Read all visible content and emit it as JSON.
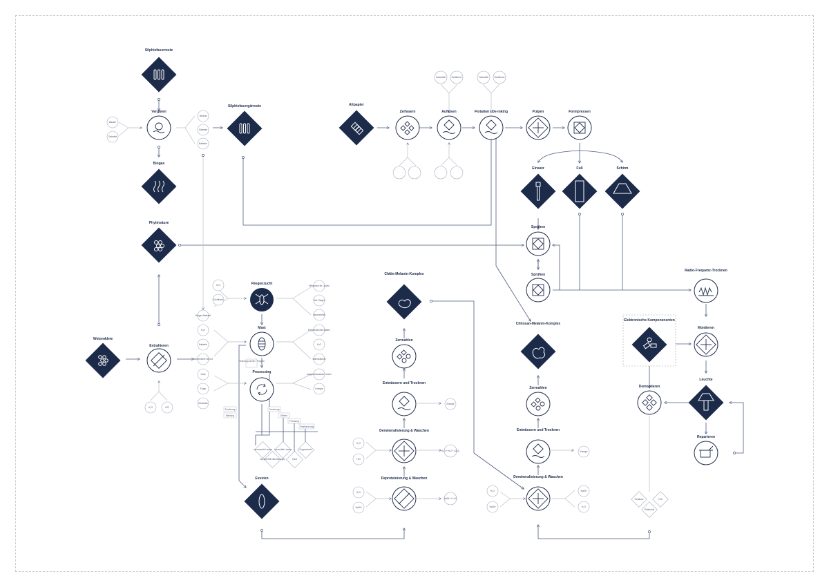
{
  "colors": {
    "navy": "#1d2b4a",
    "line": "#4a5a7e",
    "grey": "#b9bec9"
  },
  "nodes": {
    "silphiefaserreste": "Silphiefaserreste",
    "vergaeren": "Vergären",
    "biogas": "Biogas",
    "silphiegaerreste": "Silphiefasergärreste",
    "phytinsaeure": "Phytinsäure",
    "weizenkleie": "Weizenkleie",
    "extrahieren": "Extrahieren",
    "fliegenzucht": "Fliegenzucht",
    "mast": "Mast",
    "processing": "Processing",
    "exuvien": "Exuvien",
    "altpapier": "Altpapier",
    "zerfasern": "Zerfasern",
    "aufloesen": "Auflösen",
    "flotation": "Flotation / De-inking",
    "pulpen": "Pulpen",
    "formpressen": "Formpressen",
    "einsatz": "Einsatz",
    "fuss": "Fuß",
    "schirm": "Schirm",
    "spruehen1": "Sprühen",
    "spruehen2": "Sprühen",
    "radio": "Radio-Frequenz-Trocknen",
    "elektronische": "Elektronische Komponenenten",
    "montieren": "Montieren",
    "leuchte": "Leuchte",
    "reparieren": "Reparieren",
    "demontieren": "Demontieren",
    "chitin_l": "Chitin-Melanin-Komplex",
    "zermahlen_l": "Zermahlen",
    "entwaessern_l": "Entwässern und Trocknen",
    "demin_l": "Demineralisierung & Waschen",
    "deprot_l": "Deproteinierung & Waschen",
    "chitosan_r": "Chitosan-Melanin-Komplex",
    "zermahlen_r": "Zermahlen",
    "entwaessern_r": "Entwässern und Trocknen",
    "demin_r": "Demineralisierung & Waschen"
  },
  "inputs": {
    "wasser": "Wasser",
    "getreide": "Getreide",
    "mineral": "Mineral",
    "genrate": "Gärreste",
    "bakterie": "Bakterie",
    "hcl": "H₂O",
    "zuchtlarve": "Zuchtlarve",
    "biogasmaterial": "Biogas Material",
    "h2o": "H₂O",
    "weizenkleie_s": "Weizenkleie Schrot",
    "gras": "Gras",
    "frugo": "Frugo",
    "obstmark": "Obstmark",
    "fliegen_r1": "Fliegenkot für Larven",
    "fliegen_r2": "Tote Fliegen",
    "fliegen_r3": "Larvenhüllen",
    "fliegen_r4": "Eingetrocknete Maden",
    "fliegen_r5": "H₂O",
    "fliegen_r6": "Wärmeabfuhr",
    "fliegen_r7": "Ausgleichswasser Larven",
    "fliegen_r8": "Energie",
    "sep": "Trennung Larven / Puppen",
    "ex_l1": "Trocknung",
    "ex_l2": "Mahlung",
    "ex_s1": "Trocknung",
    "ex_s2": "Sieben",
    "ex_s3": "Pressung",
    "ex_s4": "Fraktionierung",
    "prod1": "Larvenmehl Larven",
    "prod2": "Larvenfett Larven",
    "prod3": "Insektenfett Nährlösungen",
    "prod4": "Puppenmehl",
    "prod5": "Haut",
    "fargstoffe1": "Farbstoffe",
    "schlaeme1": "Schlämme",
    "fargstoffe2": "Farbstoffe",
    "schlaeme2": "Schlämme",
    "energie_l1": "Energie",
    "hcl_l": "H₂O",
    "hcl2_l": "HCl",
    "cacl": "H₂O + HCl + CaCl₂",
    "naoh_l": "NaOH",
    "h2o_l": "H₂O",
    "naoh_out": "NaOH + H₂O",
    "energie_r1": "Energie",
    "naoh_r": "NaOH",
    "h2o_r": "H₂O",
    "out_r1": "NaOH",
    "out_r2": "H₂O",
    "dem_1": "Gehäuse",
    "dem_2": "Fuß",
    "dem_3": "Elektronik"
  }
}
